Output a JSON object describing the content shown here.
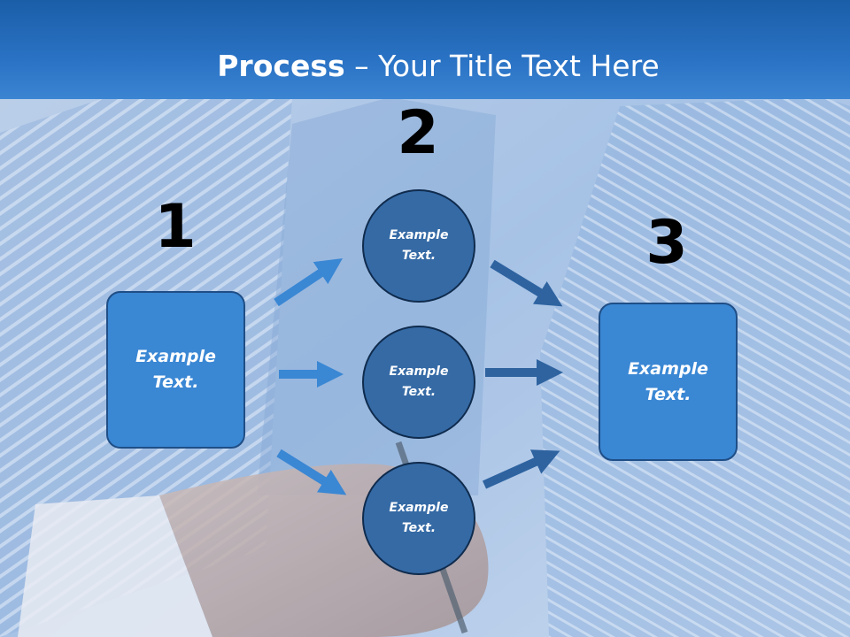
{
  "title": {
    "bold": "Process",
    "rest": " – Your Title Text Here"
  },
  "steps": [
    "1",
    "2",
    "3"
  ],
  "left_box": "Example\nText.",
  "circles": [
    "Example\nText.",
    "Example\nText.",
    "Example\nText."
  ],
  "right_box": "Example\nText.",
  "colors": {
    "title_bar": "#2a72c4",
    "box_fill": "#3a87d4",
    "circle_fill": "#356aa5",
    "arrow_light": "#3a87d4",
    "arrow_dark": "#2e63a0"
  }
}
